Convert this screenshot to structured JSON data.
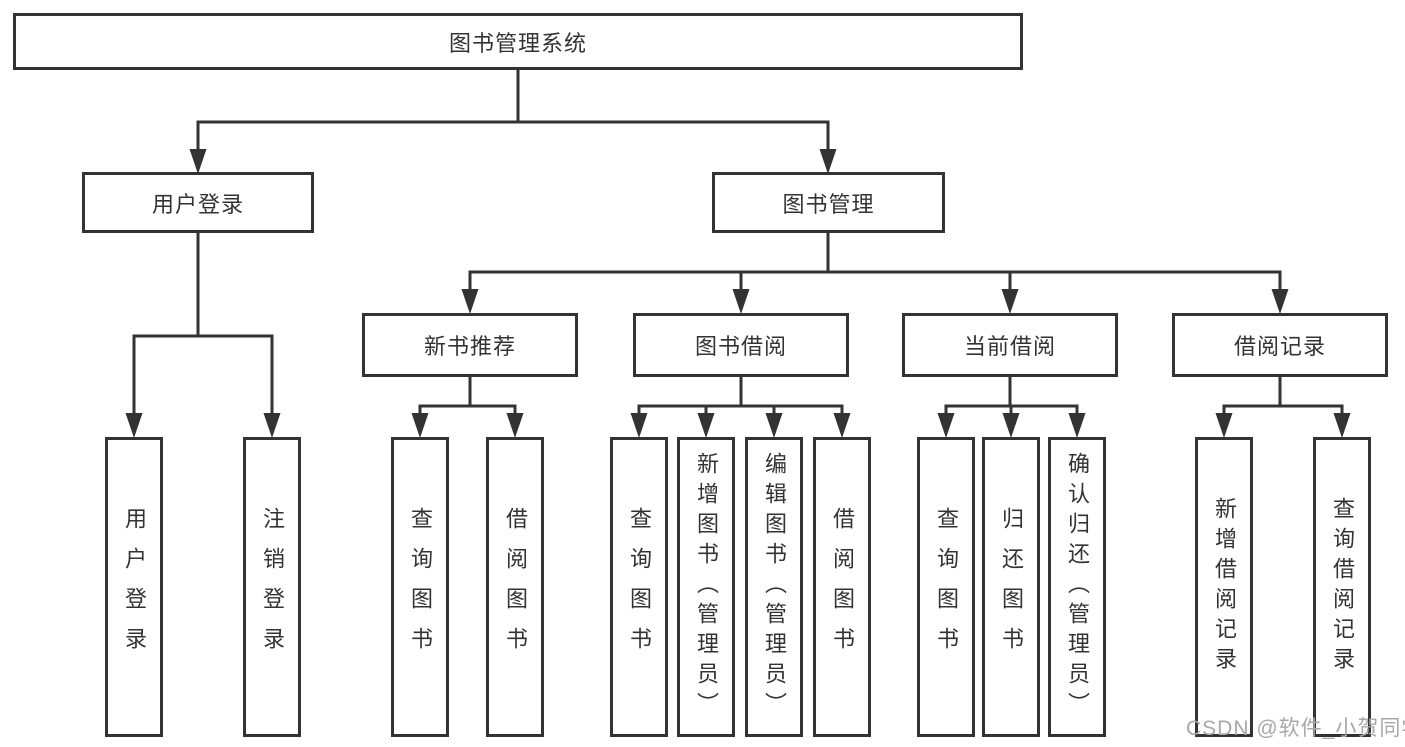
{
  "root": {
    "label": "图书管理系统"
  },
  "level2": [
    {
      "label": "用户登录"
    },
    {
      "label": "图书管理"
    }
  ],
  "level3": [
    {
      "label": "新书推荐"
    },
    {
      "label": "图书借阅"
    },
    {
      "label": "当前借阅"
    },
    {
      "label": "借阅记录"
    }
  ],
  "leaves": [
    {
      "label": "用户登录"
    },
    {
      "label": "注销登录"
    },
    {
      "label": "查询图书"
    },
    {
      "label": "借阅图书"
    },
    {
      "label": "查询图书"
    },
    {
      "label": "新增图书（管理员）"
    },
    {
      "label": "编辑图书（管理员）"
    },
    {
      "label": "借阅图书"
    },
    {
      "label": "查询图书"
    },
    {
      "label": "归还图书"
    },
    {
      "label": "确认归还（管理员）"
    },
    {
      "label": "新增借阅记录"
    },
    {
      "label": "查询借阅记录"
    }
  ],
  "watermark": "CSDN @软件_小贺同学",
  "colors": {
    "line": "#333333",
    "text": "#333333",
    "watermark": "#a8a8a8",
    "background": "#ffffff"
  }
}
